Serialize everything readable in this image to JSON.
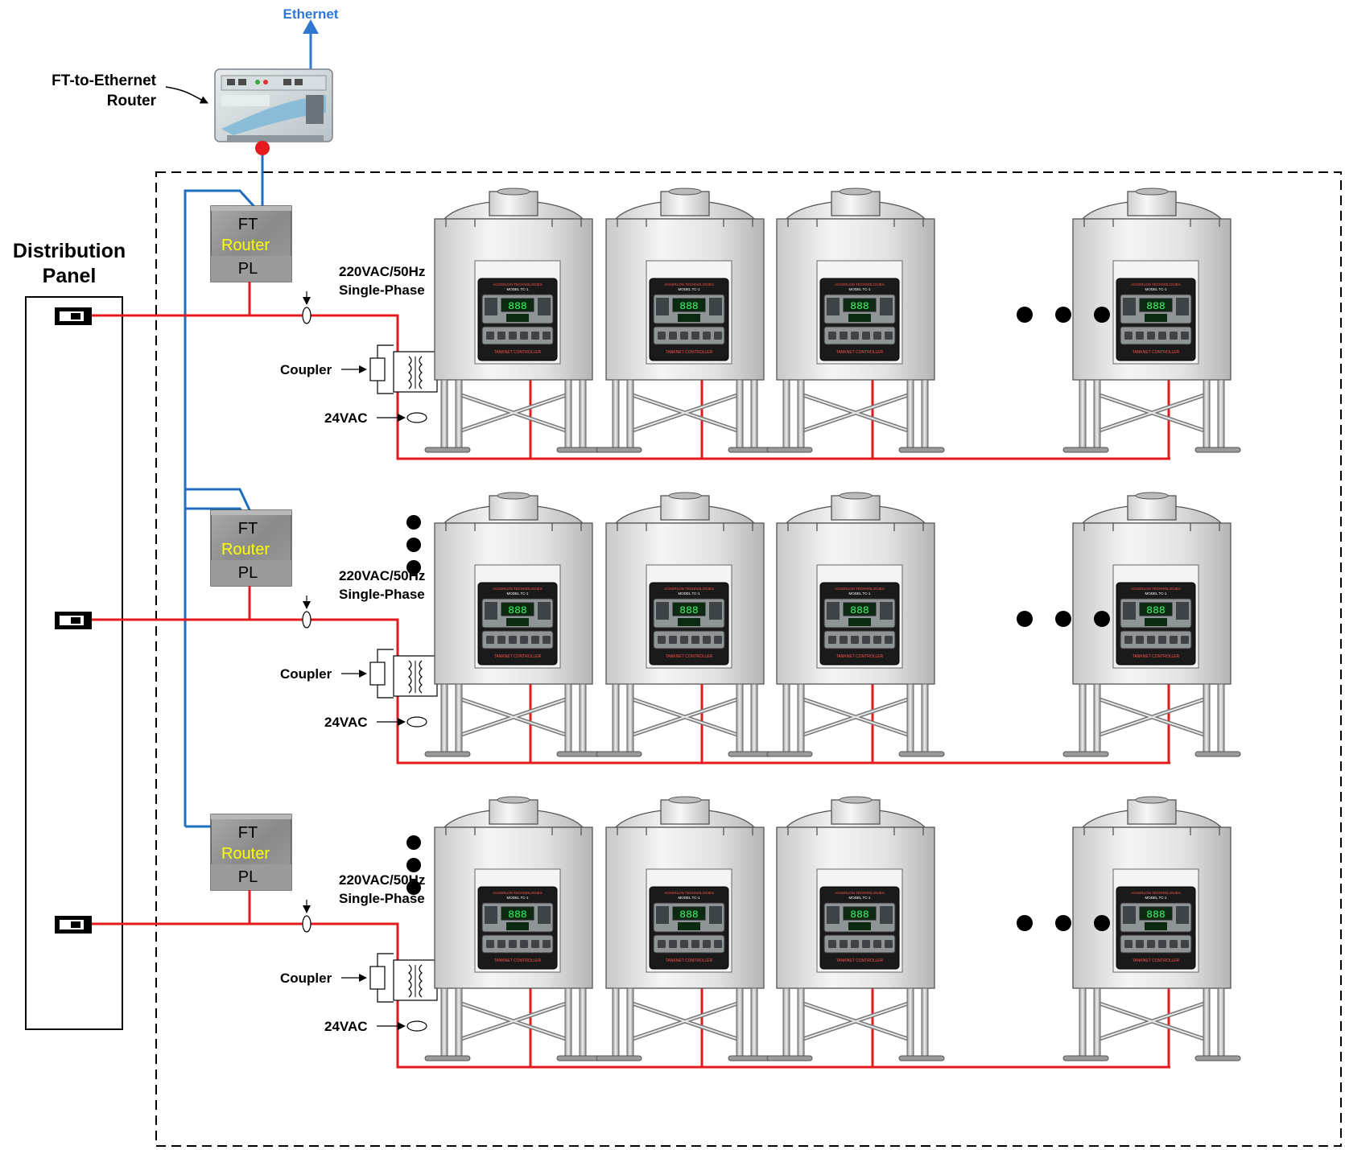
{
  "top": {
    "ethernet_label": "Ethernet",
    "gateway_label_line1": "FT-to-Ethernet",
    "gateway_label_line2": "Router"
  },
  "panel": {
    "title_line1": "Distribution",
    "title_line2": "Panel"
  },
  "rows": [
    {
      "router": {
        "line1": "FT",
        "line2": "Router",
        "line3": "PL"
      },
      "supply_line1": "220VAC/50Hz",
      "supply_line2": "Single-Phase",
      "coupler_label": "Coupler",
      "low_voltage_label": "24VAC"
    },
    {
      "router": {
        "line1": "FT",
        "line2": "Router",
        "line3": "PL"
      },
      "supply_line1": "220VAC/50Hz",
      "supply_line2": "Single-Phase",
      "coupler_label": "Coupler",
      "low_voltage_label": "24VAC"
    },
    {
      "router": {
        "line1": "FT",
        "line2": "Router",
        "line3": "PL"
      },
      "supply_line1": "220VAC/50Hz",
      "supply_line2": "Single-Phase",
      "coupler_label": "Coupler",
      "low_voltage_label": "24VAC"
    }
  ],
  "controller": {
    "brand": "ACKERLON TECHNOLOGIES",
    "model": "MODEL TC-1",
    "footer": "TANKNET CONTROLLER",
    "display": "888"
  },
  "colors": {
    "power_line": "#e41a1c",
    "ft_network": "#1f6fc0",
    "ethernet_arrow": "#2f78d0",
    "ethernet_text": "#2f78d0",
    "router_highlight": "#ffff00"
  }
}
